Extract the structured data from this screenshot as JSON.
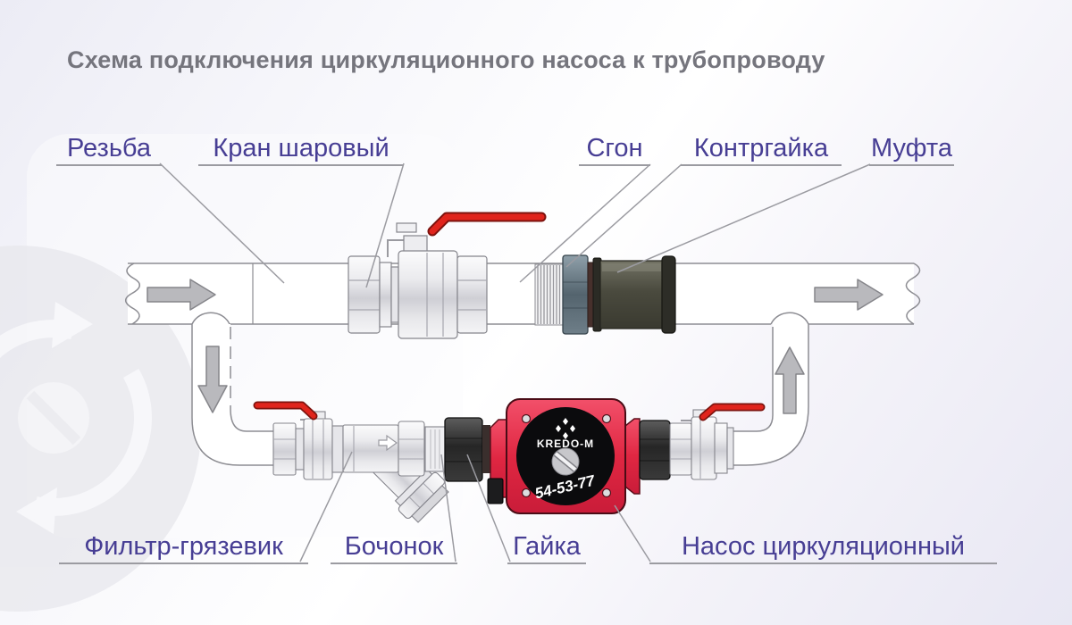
{
  "title": "Схема подключения циркуляционного насоса к трубопроводу",
  "labels": {
    "top": [
      {
        "id": "rezba",
        "text": "Резьба"
      },
      {
        "id": "kran",
        "text": "Кран шаровый"
      },
      {
        "id": "sgon",
        "text": "Сгон"
      },
      {
        "id": "kontrgayka",
        "text": "Контргайка"
      },
      {
        "id": "mufta",
        "text": "Муфта"
      }
    ],
    "bottom": [
      {
        "id": "filtr",
        "text": "Фильтр-грязевик"
      },
      {
        "id": "bochonok",
        "text": "Бочонок"
      },
      {
        "id": "gayka",
        "text": "Гайка"
      },
      {
        "id": "nasos",
        "text": "Насос циркуляционный"
      }
    ]
  },
  "pump": {
    "brand": "KREDO-M",
    "model": "54-53-77"
  },
  "colors": {
    "label_text": "#473e94",
    "title_text": "#75757d",
    "leader_line": "#9b9ba1",
    "pump_red": "#e02742",
    "handle_red": "#e0241c",
    "coupling_olive": "#4a4a3e",
    "locknut_slate": "#54646e"
  }
}
